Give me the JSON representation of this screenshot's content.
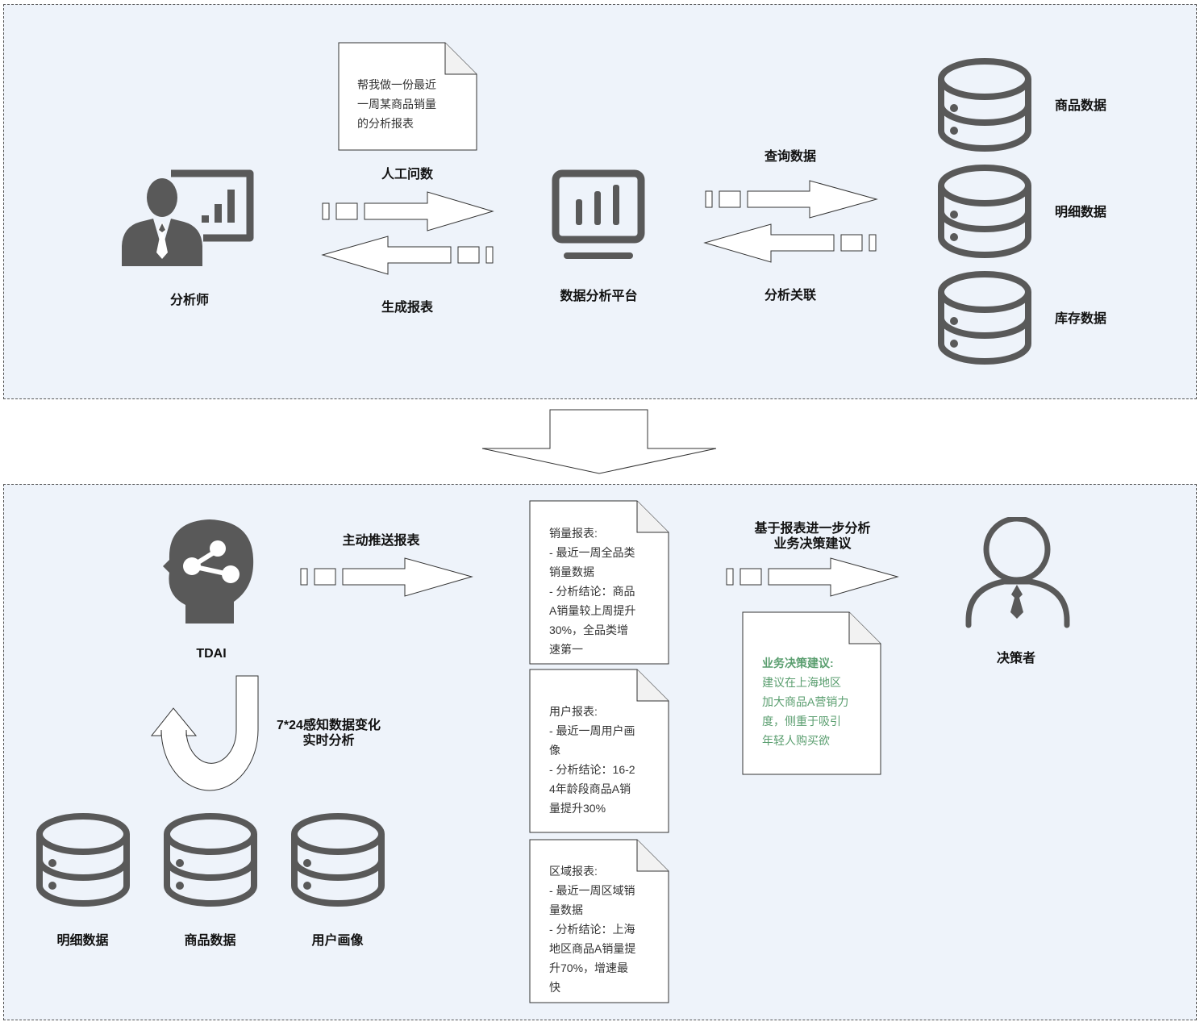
{
  "top": {
    "analyst_label": "分析师",
    "question_note": "帮我做一份最近\n一周某商品销量\n的分析报表",
    "ask_label": "人工问数",
    "report_label": "生成报表",
    "platform_label": "数据分析平台",
    "query_label": "查询数据",
    "correlate_label": "分析关联",
    "db": [
      "商品数据",
      "明细数据",
      "库存数据"
    ]
  },
  "bottom": {
    "tdai_label": "TDAI",
    "push_label": "主动推送报表",
    "loop_label": "7*24感知数据变化\n实时分析",
    "db": [
      "明细数据",
      "商品数据",
      "用户画像"
    ],
    "reports": [
      "销量报表:\n- 最近一周全品类\n销量数据\n- 分析结论：商品\nA销量较上周提升\n30%，全品类增\n速第一",
      "用户报表:\n- 最近一周用户画\n像\n- 分析结论：16-2\n4年龄段商品A销\n量提升30%",
      "区域报表:\n- 最近一周区域销\n量数据\n- 分析结论：上海\n地区商品A销量提\n升70%，增速最\n快"
    ],
    "next_label": "基于报表进一步分析\n业务决策建议",
    "advice_title": "业务决策建议:",
    "advice_body": "建议在上海地区\n加大商品A营销力\n度，侧重于吸引\n年轻人购买欲",
    "decider_label": "决策者"
  },
  "colors": {
    "icon": "#595959",
    "panel": "#eef3fa",
    "advice_text": "#5a9e6f"
  }
}
